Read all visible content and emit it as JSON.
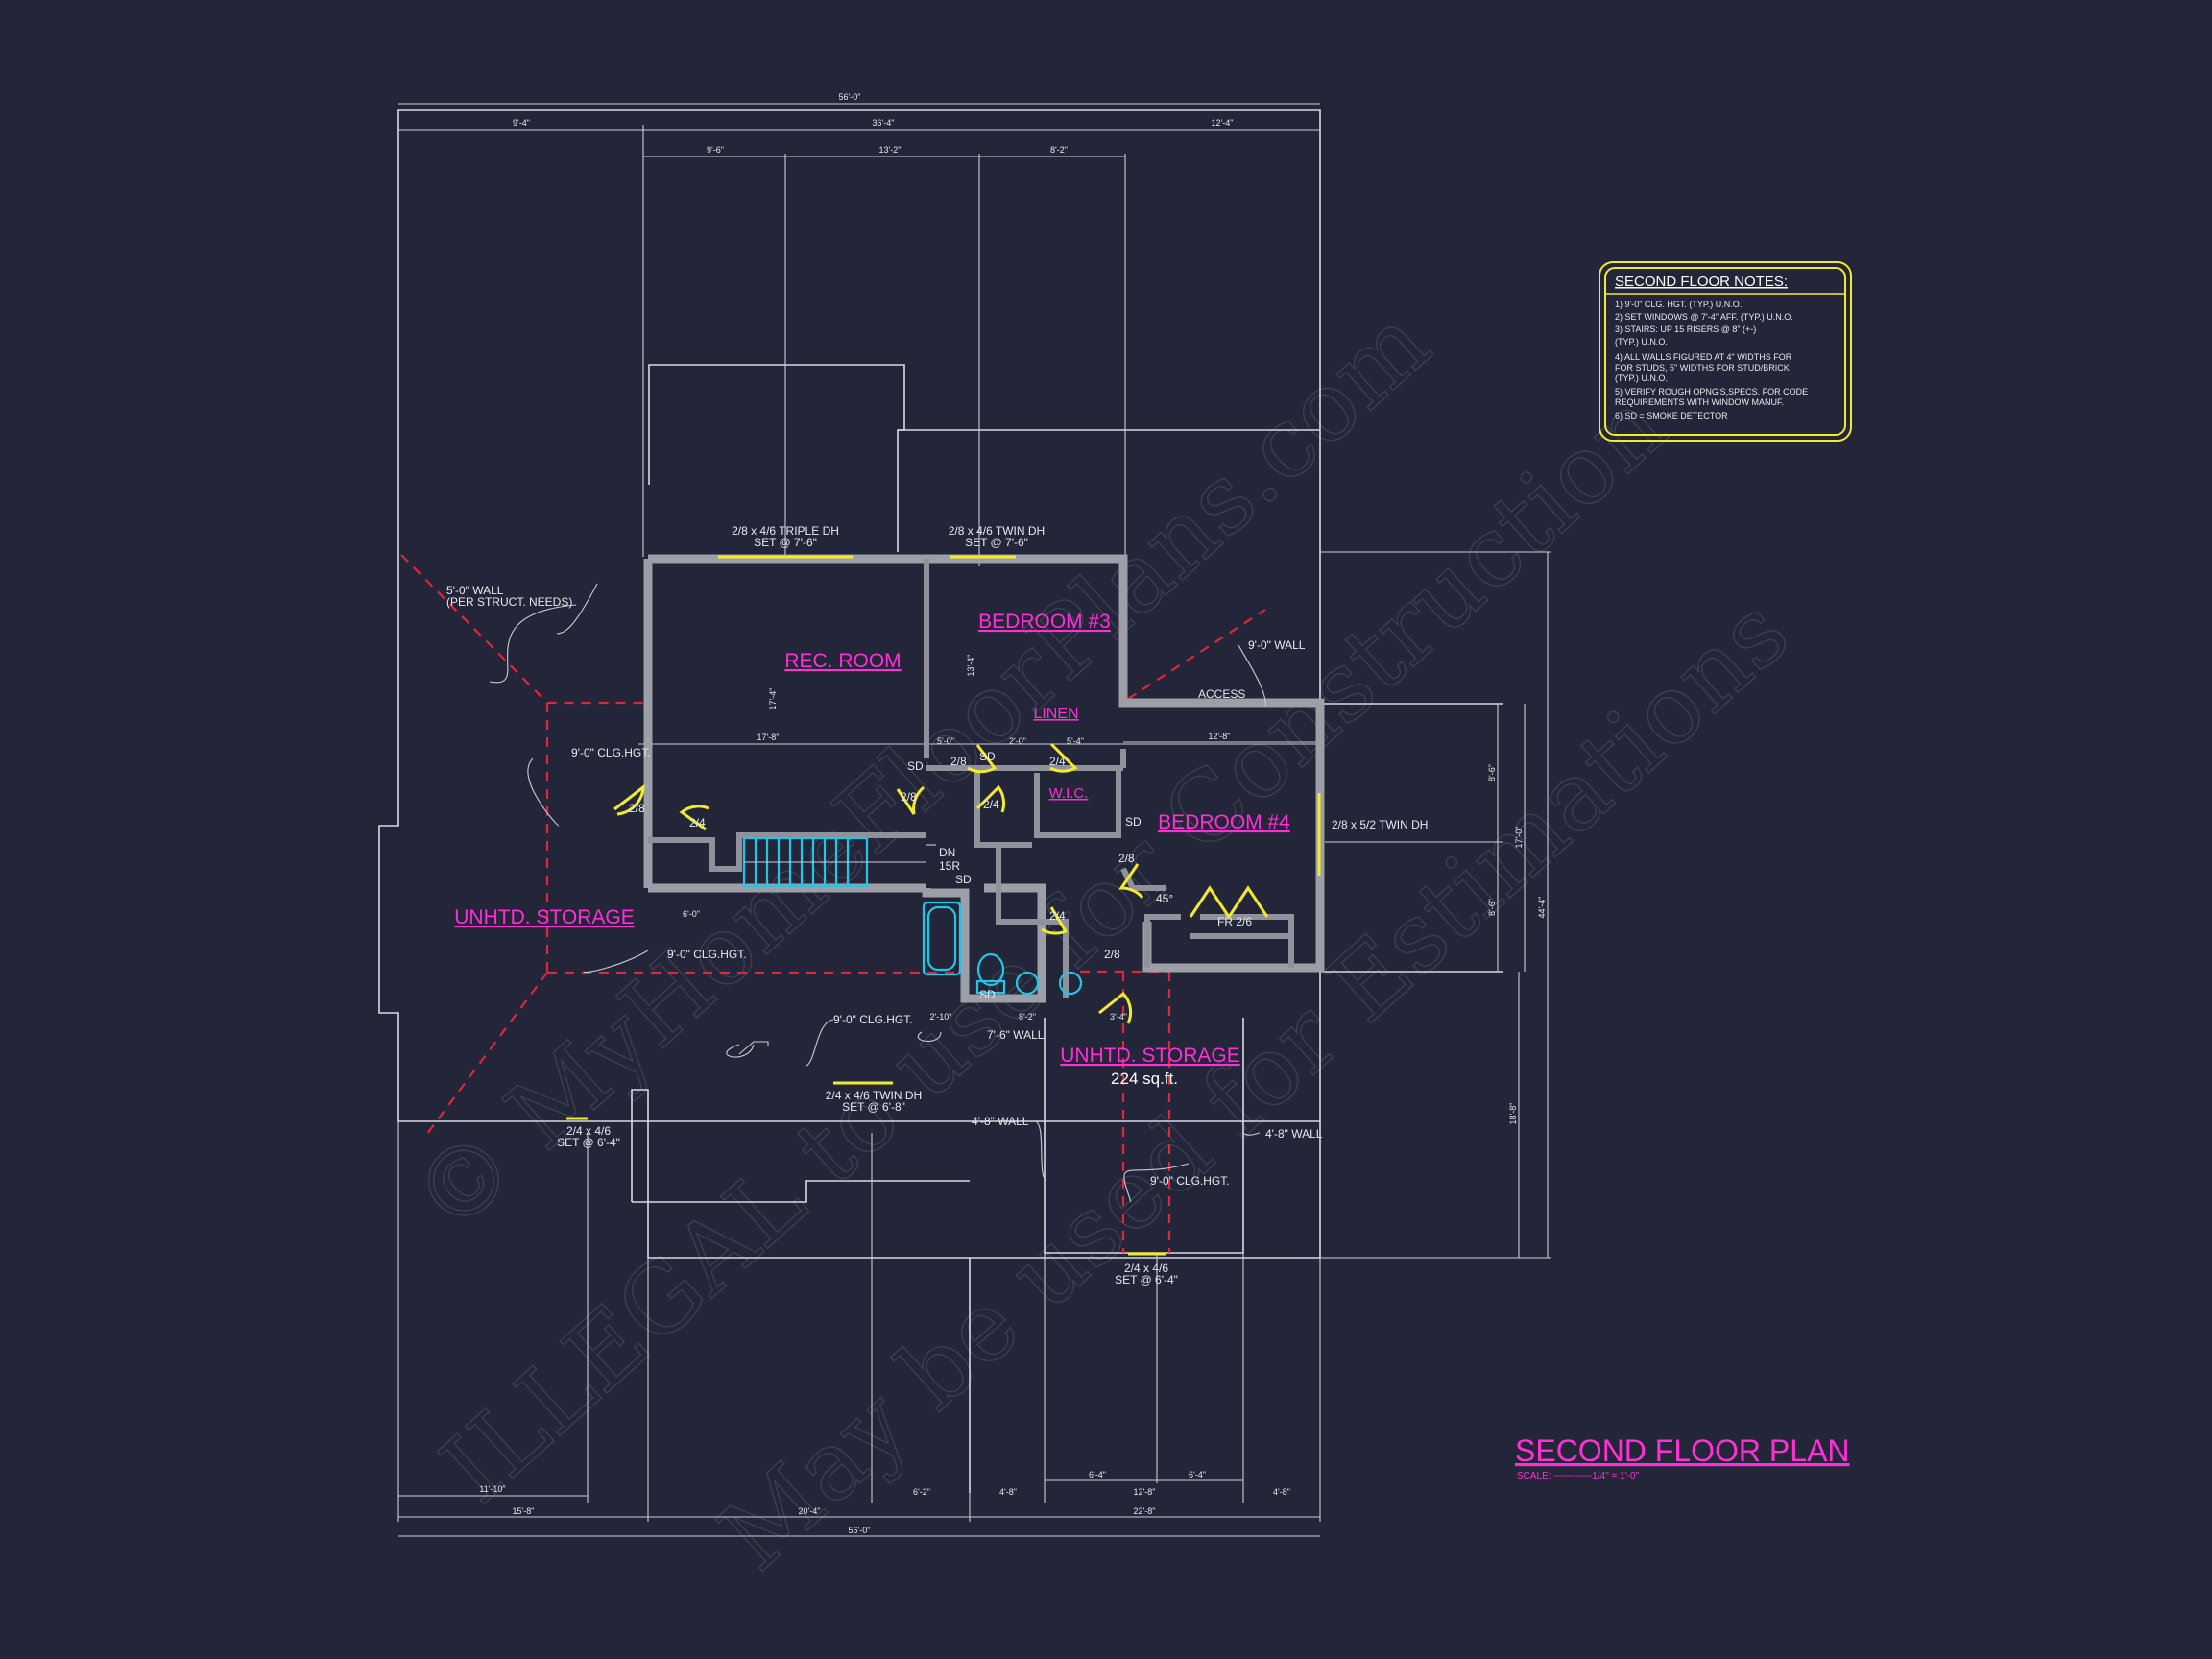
{
  "watermark": {
    "line1": "© MyHomeFloorPlans.com",
    "line2": "ILLEGAL to use for Construction",
    "line3": "May be used for Estimations"
  },
  "title_block": {
    "title": "SECOND FLOOR PLAN",
    "scale": "SCALE: ------------1/4\" = 1'-0\""
  },
  "notes": {
    "heading": "SECOND FLOOR NOTES:",
    "lines": [
      "1) 9'-0\" CLG. HGT. (TYP.) U.N.O.",
      "2) SET WINDOWS @ 7'-4\" AFF. (TYP.) U.N.O.",
      "3) STAIRS: UP 15 RISERS @ 8\" (+-)",
      "    (TYP.) U.N.O.",
      "4) ALL WALLS FIGURED AT 4\" WIDTHS FOR",
      "    FOR STUDS, 5\" WIDTHS FOR STUD/BRICK",
      "    (TYP.) U.N.O.",
      "5) VERIFY ROUGH OPNG'S,SPECS. FOR CODE",
      "    REQUIREMENTS WITH WINDOW MANUF.",
      "6) SD = SMOKE DETECTOR"
    ]
  },
  "rooms": {
    "rec_room": "REC. ROOM",
    "bedroom3": "BEDROOM #3",
    "bedroom4": "BEDROOM #4",
    "linen": "LINEN",
    "wic": "W.I.C.",
    "storage_left": "UNHTD. STORAGE",
    "storage_right": "UNHTD. STORAGE",
    "storage_right_area": "224 sq.ft."
  },
  "labels": {
    "win_rec": "2/8 x 4/6 TRIPLE DH",
    "win_rec_set": "SET @ 7'-6\"",
    "win_bed3": "2/8 x 4/6 TWIN DH",
    "win_bed3_set": "SET @ 7'-6\"",
    "win_bed4": "2/8 x 5/2 TWIN DH",
    "win_bot_twin": "2/4 x 4/6 TWIN DH",
    "win_bot_twin_set": "SET @ 6'-8\"",
    "win_left": "2/4 x 4/6",
    "win_left_set": "SET @ 6'-4\"",
    "win_bottom": "2/4 x 4/6",
    "win_bottom_set": "SET @ 6'-4\"",
    "wall_5": "5'-0\" WALL",
    "wall_5_note": "(PER STRUCT. NEEDS)",
    "wall_9": "9'-0\" WALL",
    "access": "ACCESS",
    "clg_left": "9'-0\" CLG.HGT.",
    "clg_mid": "9'-0\" CLG.HGT.",
    "clg_bot": "9'-0\" CLG.HGT.",
    "clg_right": "9'-0\" CLG.HGT.",
    "wall_7_6": "7'-6\" WALL",
    "wall_4_8a": "4'-8\" WALL",
    "wall_4_8b": "4'-8\" WALL",
    "dn": "DN",
    "fifteen_r": "15R",
    "fr": "FR 2/6",
    "deg45": "45°",
    "door_2_8a": "2/8",
    "door_2_4a": "2/4",
    "door_2_8b": "2/8",
    "door_2_8c": "2/8",
    "door_2_4b": "2/4",
    "door_2_4c": "2/4",
    "door_2_4d": "2/4",
    "door_2_8d": "2/8",
    "door_2_8e": "2/8",
    "sd1": "SD",
    "sd2": "SD",
    "sd3": "SD",
    "sd4": "SD",
    "sd5": "SD"
  },
  "dims": {
    "top_overall": "56'-0\"",
    "top_a": "9'-4\"",
    "top_b": "36'-4\"",
    "top_c": "12'-4\"",
    "top_d": "9'-6\"",
    "top_e": "13'-2\"",
    "top_f": "8'-2\"",
    "bot_a": "11'-10\"",
    "bot_b": "15'-8\"",
    "bot_c": "20'-4\"",
    "bot_d": "6'-2\"",
    "bot_e": "4'-8\"",
    "bot_f": "6'-4\"",
    "bot_g": "12'-8\"",
    "bot_h": "6'-4\"",
    "bot_i": "4'-8\"",
    "bot_j": "22'-8\"",
    "bot_overall": "56'-0\"",
    "right_a": "8'-6\"",
    "right_b": "17'-0\"",
    "right_c": "8'-6\"",
    "right_d": "44'-4\"",
    "right_e": "18'-8\"",
    "rec_w": "17'-8\"",
    "rec_h": "17'-4\"",
    "bed3_h": "13'-4\"",
    "bed4_w": "12'-8\"",
    "hall_a": "5'-0\"",
    "hall_b": "2'-0\"",
    "hall_c": "5'-4\"",
    "stor_a": "6'-0\"",
    "mid_a": "2'-10\"",
    "mid_b": "8'-2\"",
    "mid_c": "3'-4\""
  }
}
